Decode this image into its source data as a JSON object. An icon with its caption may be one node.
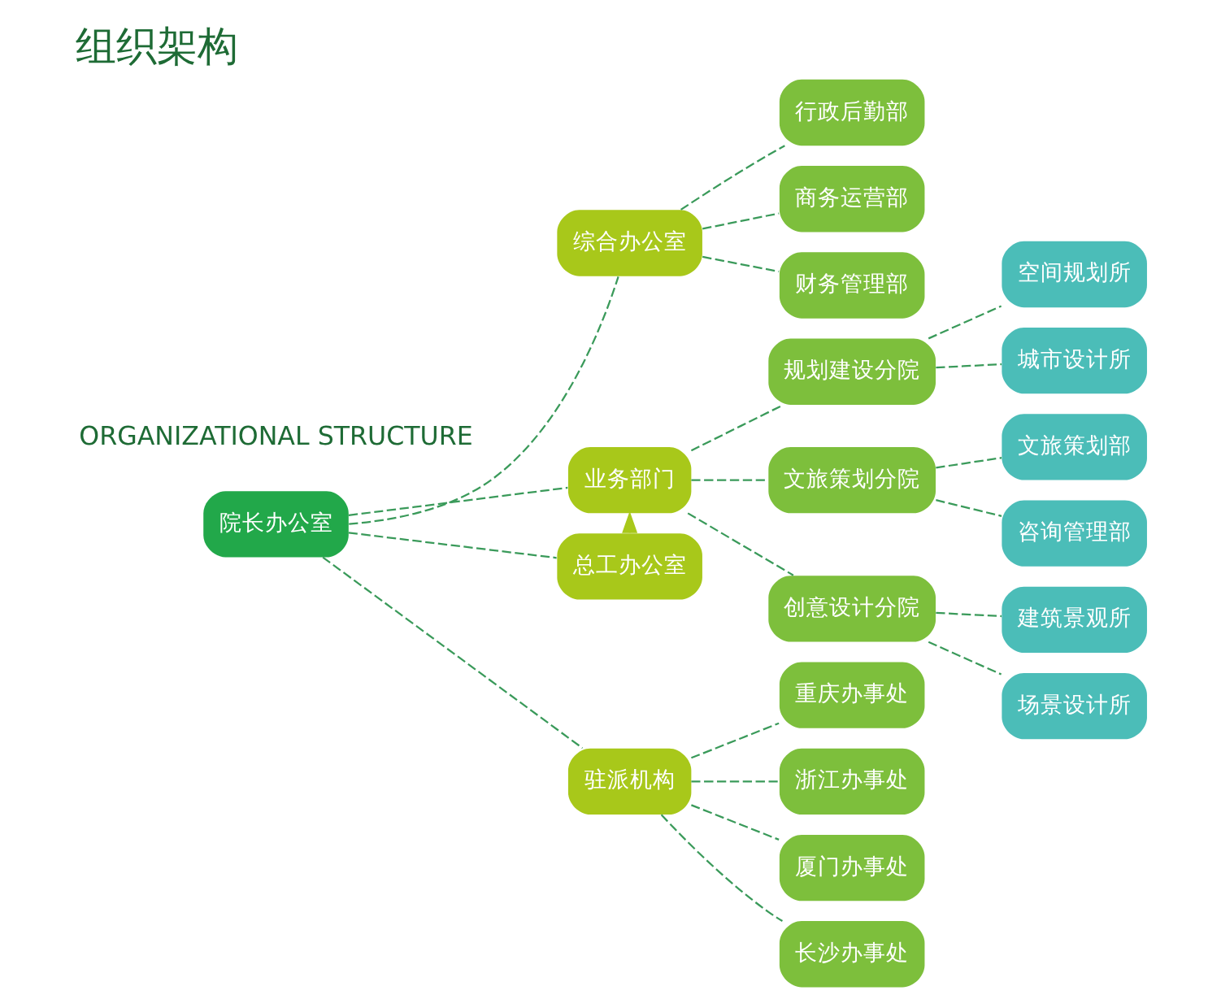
{
  "diagram": {
    "title": "组织架构",
    "nodes": [
      {
        "text": [
          "院长办公室"
        ]
      },
      {
        "text": [
          "综合办公室"
        ]
      },
      {
        "text": [
          "业务部门"
        ]
      },
      {
        "text": [
          "总工办公室"
        ]
      },
      {
        "text": [
          "驻派机构"
        ]
      },
      {
        "text": [
          "行政后勤部"
        ]
      },
      {
        "text": [
          "商务运营部"
        ]
      },
      {
        "text": [
          "财务管理部"
        ]
      },
      {
        "text": [
          "规划建设分院"
        ]
      },
      {
        "text": [
          "文旅策划分院"
        ]
      },
      {
        "text": [
          "创意设计分院"
        ]
      },
      {
        "text": [
          "空间规划所"
        ]
      },
      {
        "text": [
          "城市设计所"
        ]
      },
      {
        "text": [
          "文旅策划部"
        ]
      },
      {
        "text": [
          "咨询管理部"
        ]
      },
      {
        "text": [
          "建筑景观所"
        ]
      },
      {
        "text": [
          "场景设计所"
        ]
      },
      {
        "text": [
          "重庆办事处"
        ]
      },
      {
        "text": [
          "浙江办事处"
        ]
      },
      {
        "text": [
          "厦门办事处"
        ]
      },
      {
        "text": [
          "长沙办事处"
        ]
      }
    ],
    "edges": [
      {
        "from": 0,
        "to": 1,
        "arrow": "none",
        "style": "dashed"
      },
      {
        "from": 0,
        "to": 2,
        "arrow": "none",
        "style": "dashed"
      },
      {
        "from": 0,
        "to": 3,
        "arrow": "none",
        "style": "dashed"
      },
      {
        "from": 0,
        "to": 4,
        "arrow": "none",
        "style": "dashed"
      },
      {
        "from": 1,
        "to": 5,
        "arrow": "none",
        "style": "dashed"
      },
      {
        "from": 1,
        "to": 6,
        "arrow": "none",
        "style": "dashed"
      },
      {
        "from": 1,
        "to": 7,
        "arrow": "none",
        "style": "dashed"
      },
      {
        "from": 2,
        "to": 8,
        "arrow": "none",
        "style": "dashed"
      },
      {
        "from": 2,
        "to": 9,
        "arrow": "none",
        "style": "dashed"
      },
      {
        "from": 2,
        "to": 10,
        "arrow": "none",
        "style": "dashed"
      },
      {
        "from": 8,
        "to": 11,
        "arrow": "none",
        "style": "dashed"
      },
      {
        "from": 8,
        "to": 12,
        "arrow": "none",
        "style": "dashed"
      },
      {
        "from": 9,
        "to": 13,
        "arrow": "none",
        "style": "dashed"
      },
      {
        "from": 9,
        "to": 14,
        "arrow": "none",
        "style": "dashed"
      },
      {
        "from": 10,
        "to": 15,
        "arrow": "none",
        "style": "dashed"
      },
      {
        "from": 10,
        "to": 16,
        "arrow": "none",
        "style": "dashed"
      },
      {
        "from": 4,
        "to": 17,
        "arrow": "none",
        "style": "dashed"
      },
      {
        "from": 4,
        "to": 18,
        "arrow": "none",
        "style": "dashed"
      },
      {
        "from": 4,
        "to": 19,
        "arrow": "none",
        "style": "dashed"
      },
      {
        "from": 4,
        "to": 20,
        "arrow": "none",
        "style": "dashed"
      },
      {
        "from": 3,
        "to": 2,
        "arrow": "to",
        "style": "dashed",
        "color": "#a8c81a"
      }
    ],
    "labels": [
      "ORGANIZATIONAL STRUCTURE"
    ]
  }
}
